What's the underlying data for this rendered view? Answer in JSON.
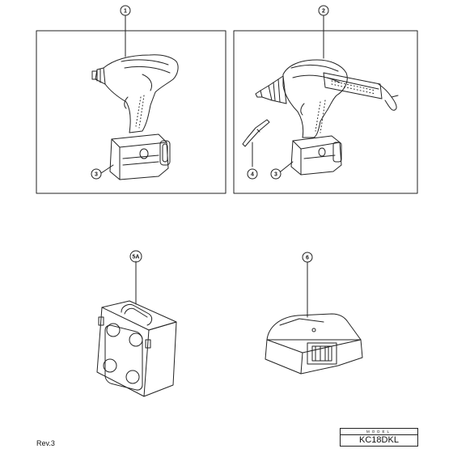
{
  "callouts": {
    "c1": "1",
    "c2": "2",
    "c3a": "3",
    "c3b": "3",
    "c4": "4",
    "c5a": "5A",
    "c6": "6"
  },
  "footer": {
    "revision": "Rev.3",
    "model_caption": "MODEL",
    "model_value": "KC18DKL"
  }
}
